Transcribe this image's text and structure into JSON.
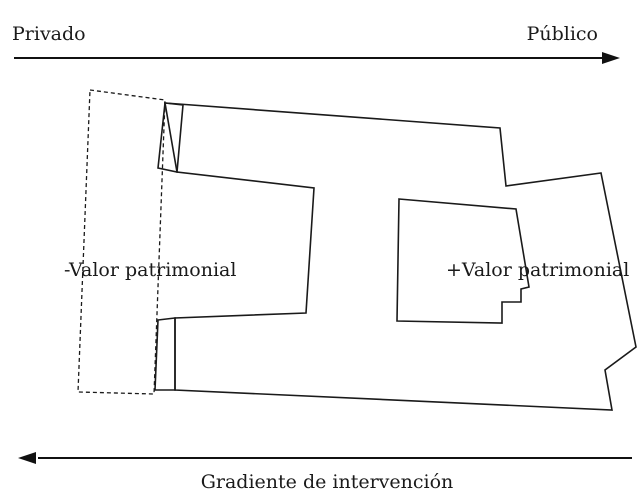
{
  "axis_top": {
    "left_label": "Privado",
    "right_label": "Público"
  },
  "building": {
    "left_label": "-Valor patrimonial",
    "right_label": "+Valor patrimonial"
  },
  "axis_bottom": {
    "label": "Gradiente de intervención"
  }
}
